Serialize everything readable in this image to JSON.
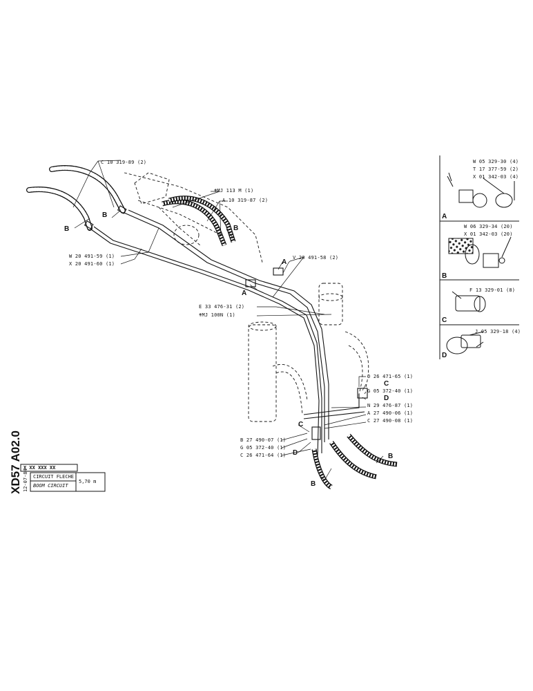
{
  "callouts": {
    "c10_319_89": "C 10 319-89 (2)",
    "mj113m": "ǂMJ 113 M   (1)",
    "a10_319_87": "A 10 319-87 (2)",
    "w20_491_59": "W 20 491-59 (1)",
    "x20_491_60": "X 20 491-60 (1)",
    "v20_491_58": "V 20 491-58 (2)",
    "e33_476_31": "E 33 476-31 (2)",
    "mj100n": "ǂMJ 100N   (1)",
    "o26_471_65": "O 26 471-65 (1)",
    "g05_372_40_right": "G 05 372-40 (1)",
    "n29_476_87": "N 29 476-87 (1)",
    "a27_490_06": "A 27 490-06 (1)",
    "c27_490_08": "C 27 490-08 (1)",
    "b27_490_07": "B 27 490-07 (1)",
    "g05_372_40_left": "G 05 372-40 (1)",
    "c26_471_64": "C 26 471-64 (1)"
  },
  "letters": {
    "b_left1": "B",
    "b_left2": "B",
    "b_mid": "B",
    "a_upper": "A",
    "a_lower": "A",
    "c_right": "C",
    "d_right": "D",
    "c_left": "C",
    "d_left": "D",
    "b_lower_right": "B",
    "b_bottom": "B"
  },
  "detail_panel": {
    "sections": [
      {
        "letter": "A",
        "parts": [
          "W 05 329-30 (4)",
          "T 17 377-59 (2)",
          "X 01 342-03 (4)"
        ]
      },
      {
        "letter": "B",
        "parts": [
          "W 06 329-34 (20)",
          "X 01 342-03 (20)"
        ]
      },
      {
        "letter": "C",
        "parts": [
          "F 13 329-01 (8)"
        ]
      },
      {
        "letter": "D",
        "parts": [
          "J 05 329-18 (4)"
        ]
      }
    ]
  },
  "title_block": {
    "doc_code": "XD57 A02.0",
    "date": "12-07-84",
    "ref": "X XX XXX XX",
    "title_fr": "CIRCUIT FLECHE",
    "title_en": "BOOM CIRCUIT",
    "length": "5,70 m"
  }
}
